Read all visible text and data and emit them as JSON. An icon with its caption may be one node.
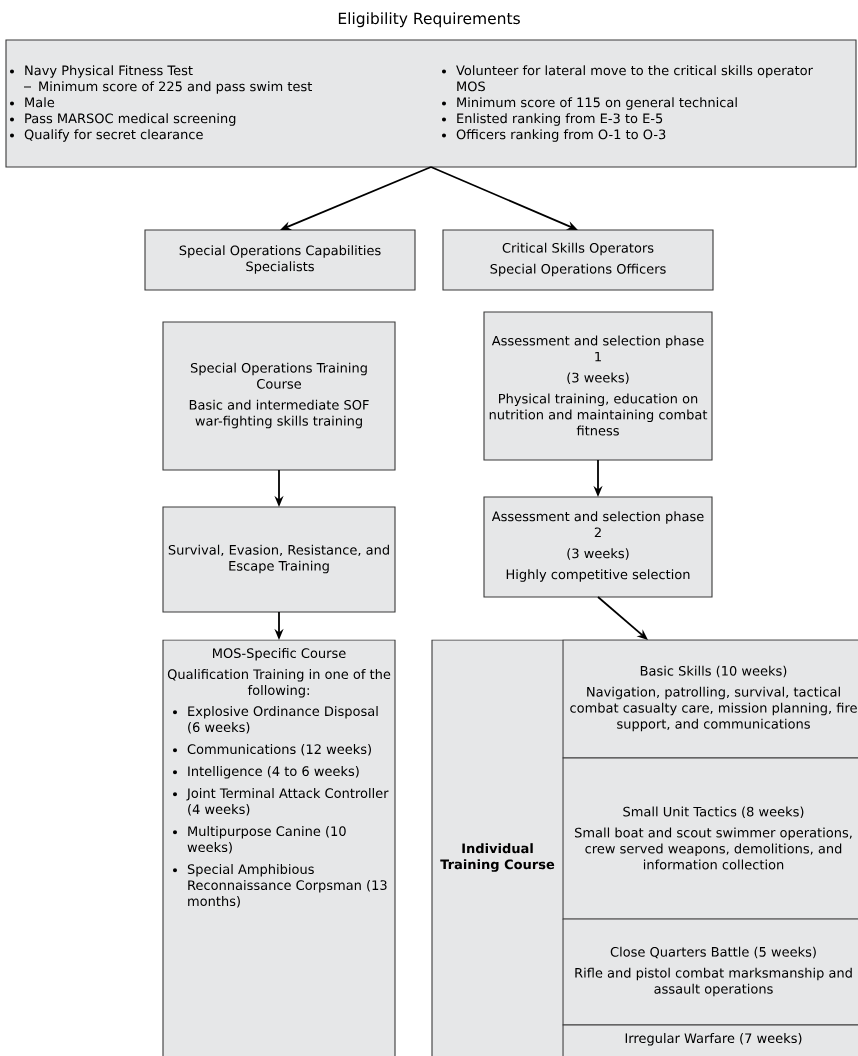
{
  "diagram": {
    "nodes": [
      {
        "text": [
          "Eligibility Requirements",
          "Navy Physical Fitness Test",
          "Minimum score of 225 and pass swim test",
          "Male",
          "Pass MARSOC medical screening",
          "Qualify for secret clearance",
          "Volunteer for lateral move to the critical skills operator MOS",
          "Minimum score of 115 on general technical",
          "Enlisted ranking from E-3 to E-5",
          "Officers ranking from O-1 to O-3"
        ]
      },
      {
        "text": [
          "Special Operations Capabilities Specialists"
        ]
      },
      {
        "text": [
          "Critical Skills Operators",
          "Special Operations Officers"
        ]
      },
      {
        "text": [
          "Special Operations Training Course",
          "Basic and intermediate SOF war-fighting skills training"
        ]
      },
      {
        "text": [
          "Assessment and selection phase 1",
          "(3 weeks)",
          "Physical training, education on nutrition and maintaining combat fitness"
        ]
      },
      {
        "text": [
          "Survival, Evasion, Resistance, and Escape Training"
        ]
      },
      {
        "text": [
          "Assessment and selection phase 2",
          "(3 weeks)",
          "Highly competitive selection"
        ]
      },
      {
        "text": [
          "MOS-Specific Course",
          "Qualification Training in one of the following:",
          "Explosive Ordinance Disposal (6 weeks)",
          "Communications (12 weeks)",
          "Intelligence (4 to 6 weeks)",
          "Joint Terminal Attack Controller (4 weeks)",
          "Multipurpose Canine (10 weeks)",
          "Special Amphibious Reconnaissance Corpsman (13 months)"
        ]
      },
      {
        "text": [
          "Individual Training Course"
        ]
      },
      {
        "text": [
          "Basic Skills (10 weeks)",
          "Navigation, patrolling, survival, tactical combat casualty care, mission planning, fire support, and communications"
        ],
        "in": 8
      },
      {
        "text": [
          "Small Unit Tactics (8 weeks)",
          "Small boat and scout swimmer operations, crew served weapons, demolitions, and information collection"
        ],
        "in": 8
      },
      {
        "text": [
          "Close Quarters Battle (5 weeks)",
          "Rifle and pistol combat marksmanship and assault operations"
        ],
        "in": 8
      },
      {
        "text": [
          "Irregular Warfare (7 weeks)"
        ],
        "in": 8
      }
    ],
    "edges": [
      {
        "from": 0,
        "to": 1,
        "arrow": "to"
      },
      {
        "from": 0,
        "to": 2,
        "arrow": "to"
      },
      {
        "from": 3,
        "to": 5,
        "arrow": "to"
      },
      {
        "from": 5,
        "to": 7,
        "arrow": "to"
      },
      {
        "from": 4,
        "to": 6,
        "arrow": "to"
      },
      {
        "from": 6,
        "to": 8,
        "arrow": "to"
      }
    ]
  }
}
